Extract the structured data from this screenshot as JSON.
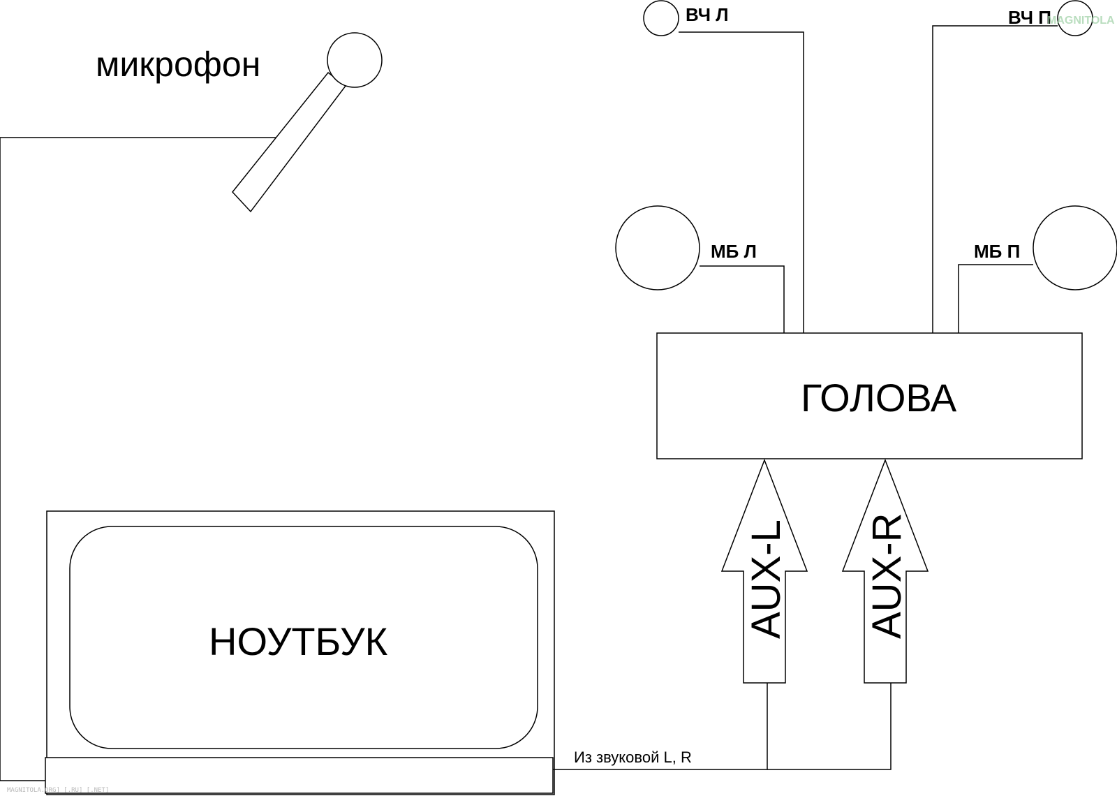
{
  "labels": {
    "microphone": "микрофон",
    "head_unit": "ГОЛОВА",
    "laptop": "НОУТБУК",
    "tweeter_left": "ВЧ Л",
    "tweeter_right": "ВЧ П",
    "midbass_left": "МБ Л",
    "midbass_right": "МБ П",
    "aux_left": "AUX-L",
    "aux_right": "AUX-R",
    "sound_card": "Из звуковой L, R"
  },
  "watermark": {
    "text": "MAGNITOLA.ORG] [.RU] [.NET]",
    "logo_text": "MAGNITOLA"
  },
  "colors": {
    "line": "#000000",
    "background": "#ffffff",
    "watermark": "#b8b8b8",
    "logo": "#9ccfa3"
  }
}
